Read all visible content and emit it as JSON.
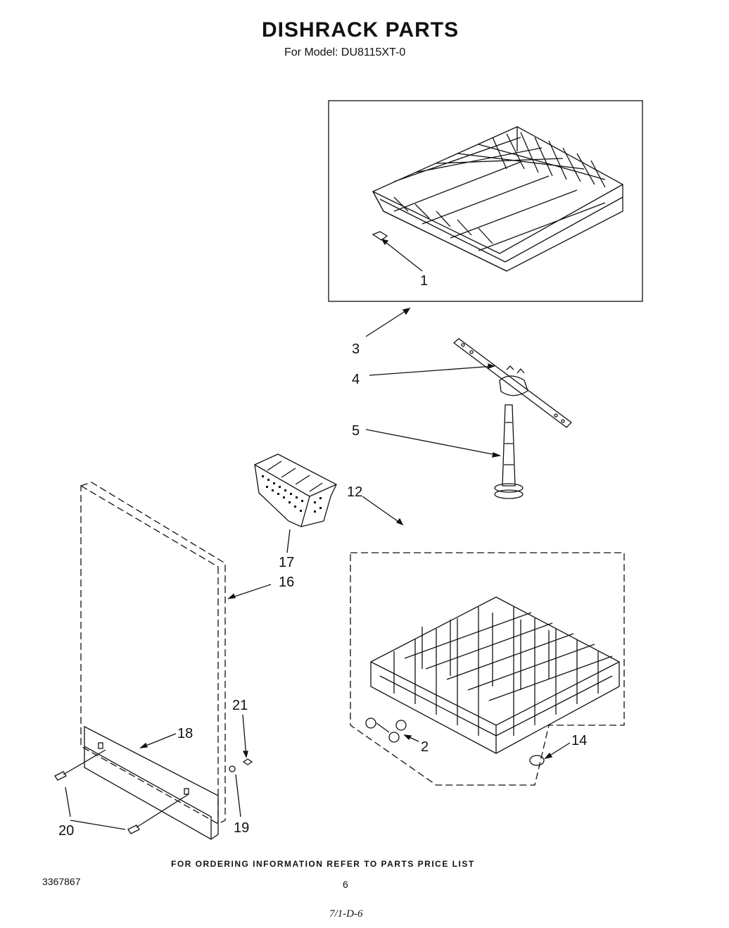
{
  "header": {
    "title": "DISHRACK PARTS",
    "subtitle": "For Model: DU8115XT-0"
  },
  "callouts": [
    {
      "id": "1",
      "label": "1"
    },
    {
      "id": "2",
      "label": "2"
    },
    {
      "id": "3",
      "label": "3"
    },
    {
      "id": "4",
      "label": "4"
    },
    {
      "id": "5",
      "label": "5"
    },
    {
      "id": "12",
      "label": "12"
    },
    {
      "id": "14",
      "label": "14"
    },
    {
      "id": "16",
      "label": "16"
    },
    {
      "id": "17",
      "label": "17"
    },
    {
      "id": "18",
      "label": "18"
    },
    {
      "id": "19",
      "label": "19"
    },
    {
      "id": "20",
      "label": "20"
    },
    {
      "id": "21",
      "label": "21"
    }
  ],
  "footer": {
    "ordering_note": "FOR ORDERING INFORMATION REFER TO PARTS PRICE LIST",
    "document_number": "3367867",
    "page_number": "6",
    "date_mark": "7/1-D-6"
  }
}
